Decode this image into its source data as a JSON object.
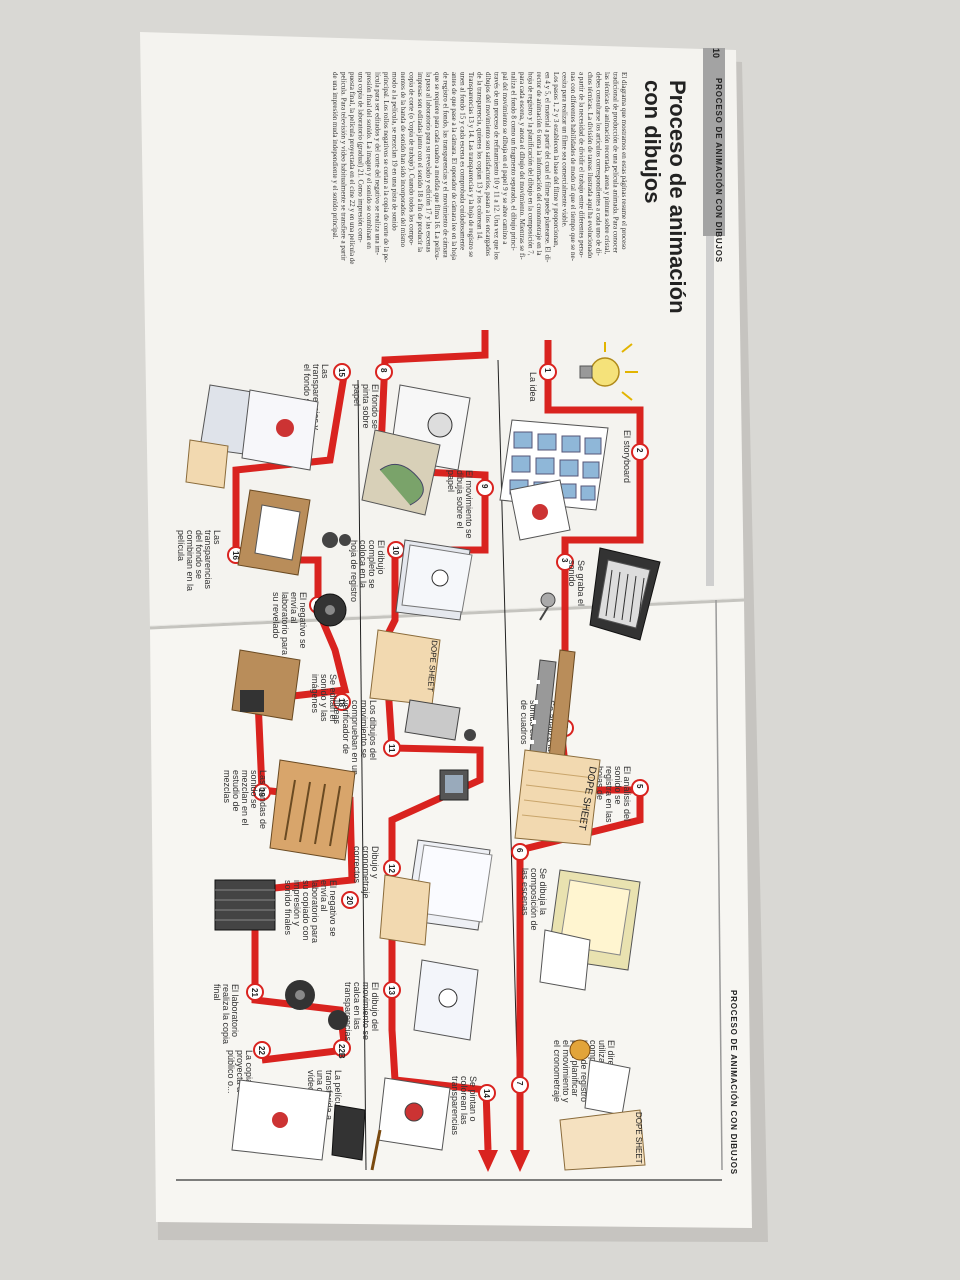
{
  "book": {
    "page_number": "10",
    "header_left": "PROCESO DE ANIMACIÓN CON DIBUJOS",
    "header_right": "PROCESO DE ANIMACIÓN CON DIBUJOS",
    "title_line1": "Proceso de animación",
    "title_line2": "con dibujos"
  },
  "intro": {
    "paragraph_lines": [
      "El diagrama que mostramos en estas páginas resume el proceso",
      "tradicional de producción de una película animada. Para conocer",
      "las técnicas de animación recortada, arena y pintura sobre cristal,",
      "debes consultarse los artículos correspondientes a cada uno de di-",
      "chos técnicas. La división de tareas ilustrada aquí ha evolucionado",
      "a partir de la necesidad de dividir el trabajo entre diferentes perso-",
      "nas con diferentes habilidades de modo tal que el tiempo que se ne-",
      "cesita para realizar un filme sea comercialmente viable.",
      "Los pasos 1, 2 y 3 establecen la base del filme y proporcionan,",
      "en 4 y 5, el material a partir del cual el filme puede planearse. El di-",
      "rector de animación 6 toma la información del cronometraje en la",
      "hoja de registro y la planificación del dibujo en la composición 7,",
      "para cada escena, y anota el dibujo del movimiento. Mientras se fi-",
      "naliza el fondo 8 como un fragmento separado, el dibujo princi-",
      "pal del movimiento se dibuja en el papel 9 y se abre camino a",
      "través de un proceso de refinamiento 10 y 11 a 12. Una vez que los",
      "dibujos del movimiento son satisfactorios, pasan a los encargados",
      "de la transparencia, quienes los copian 13 y los colorean 14.",
      "Transparencias 13 y 14. Las transparencias y la hoja de registro se",
      "unen al fondo 15 y cada escena es comprobada cuidadosamente",
      "antes de que pase a la cámara. El operador de cámara lee en la hoja",
      "de registro el fondo, las transparencias y el movimiento de cámara",
      "que se requiere para cada cuadro a medida que filma 16. La pelícu-",
      "la pasa al laboratorio para su revelado y edición 17 y las escenas",
      "impresas son editadas junto con el sonido 18 a fin de producir la",
      "copia de corte (o 'copia de trabajo'). Cuando todos los compo-",
      "nentes de la banda de sonido han sido incorporados del mismo",
      "modo a la película, se mezclan 19 en una pista de sonido",
      "principal. Los rollos negativos se cortan a la copia de corte de la pe-",
      "lícula para ser editados y del corte del negativo se realiza una im-",
      "presión final del sonido. La imagen y el sonido se combinan en",
      "una copia de laboratorio (gradual) 21. Como impresión com-",
      "puesta final, la película proyectada en el cine 22 y en una película de",
      "película. Para televisión y vídeo habitualmente se transfiere a partir",
      "de una impresión muda independiente y el sonido principal."
    ]
  },
  "steps": [
    {
      "n": "1",
      "label": "La idea"
    },
    {
      "n": "2",
      "label": "El storyboard"
    },
    {
      "n": "3",
      "label": "Se graba el sonido"
    },
    {
      "n": "4",
      "label": "Se analiza la longitud del sonido en número de cuadros"
    },
    {
      "n": "5",
      "label": "El análisis del sonido se registra en las hojas de registro"
    },
    {
      "n": "6",
      "label": "Se dibuja la composición de las escenas"
    },
    {
      "n": "7",
      "label": "El director utiliza la composición y la hoja de registro para planificar el movimiento y el cronometraje"
    },
    {
      "n": "8",
      "label": "El fondo se pinta sobre papel"
    },
    {
      "n": "9",
      "label": "El movimiento se dibuja sobre el papel"
    },
    {
      "n": "10",
      "label": "El dibujo completo se coloca en la hoja de registro"
    },
    {
      "n": "11",
      "label": "Los dibujos del movimiento se comprueban en un verificador de líneas"
    },
    {
      "n": "12",
      "label": "Dibujo y cronometraje correctos"
    },
    {
      "n": "13",
      "label": "El dibujo del movimiento se calca en las transparencias"
    },
    {
      "n": "14",
      "label": "Se pintan o colorean las transparencias"
    },
    {
      "n": "15",
      "label": "Las transparencias y el fondo se unen"
    },
    {
      "n": "16",
      "label": "Las transparencias del fondo se combinan en la película"
    },
    {
      "n": "17",
      "label": "El negativo se envía al laboratorio para su revelado"
    },
    {
      "n": "18",
      "label": "Se editan el sonido y las imágenes"
    },
    {
      "n": "19",
      "label": "Las bandas de sonido se mezclan en el estudio de mezclas"
    },
    {
      "n": "20",
      "label": "El negativo se envía al laboratorio para su copiado con impresión y sonido finales"
    },
    {
      "n": "21",
      "label": "El laboratorio realiza la copia final"
    },
    {
      "n": "22",
      "label": "La copia se proyecta a público o..."
    },
    {
      "n": "22B",
      "label": "La película es transferida a una cinta de vídeo"
    }
  ],
  "props": {
    "dope_sheet": "DOPE SHEET"
  },
  "colors": {
    "path_red": "#d9231f",
    "page": "#f6f5f1",
    "table": "#d9d8d4",
    "header_bar": "#9d9d9d"
  }
}
